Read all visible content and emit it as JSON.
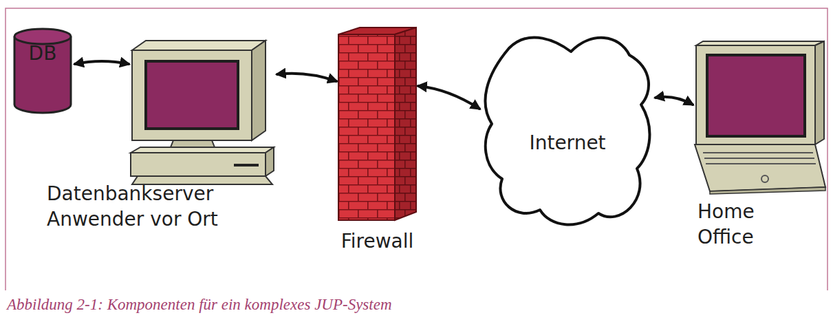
{
  "diagram": {
    "caption": "Abbildung 2-1: Komponenten für ein komplexes JUP-System",
    "nodes": [
      {
        "text": [
          "DB"
        ]
      },
      {
        "text": [
          "Datenbankserver Anwender vor Ort"
        ]
      },
      {
        "text": [
          "Firewall"
        ]
      },
      {
        "text": [
          "Internet"
        ]
      },
      {
        "text": [
          "Home Office"
        ]
      }
    ],
    "edges": [
      {
        "from": 0,
        "to": 1,
        "arrow": "both"
      },
      {
        "from": 1,
        "to": 2,
        "arrow": "both"
      },
      {
        "from": 2,
        "to": 3,
        "arrow": "both"
      },
      {
        "from": 3,
        "to": 4,
        "arrow": "both"
      }
    ]
  }
}
